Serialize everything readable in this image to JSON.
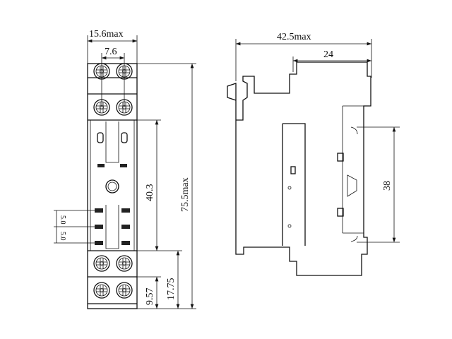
{
  "front_view": {
    "width_max": "15.6max",
    "pitch": "7.6",
    "height_max": "75.5max",
    "socket_height": "40.3",
    "pin_pitch_1": "5.0",
    "pin_pitch_2": "5.0",
    "terminal_offset": "17.75",
    "terminal_pitch": "9.57"
  },
  "side_view": {
    "depth_max": "42.5max",
    "rail_depth": "24",
    "rail_height": "38"
  }
}
